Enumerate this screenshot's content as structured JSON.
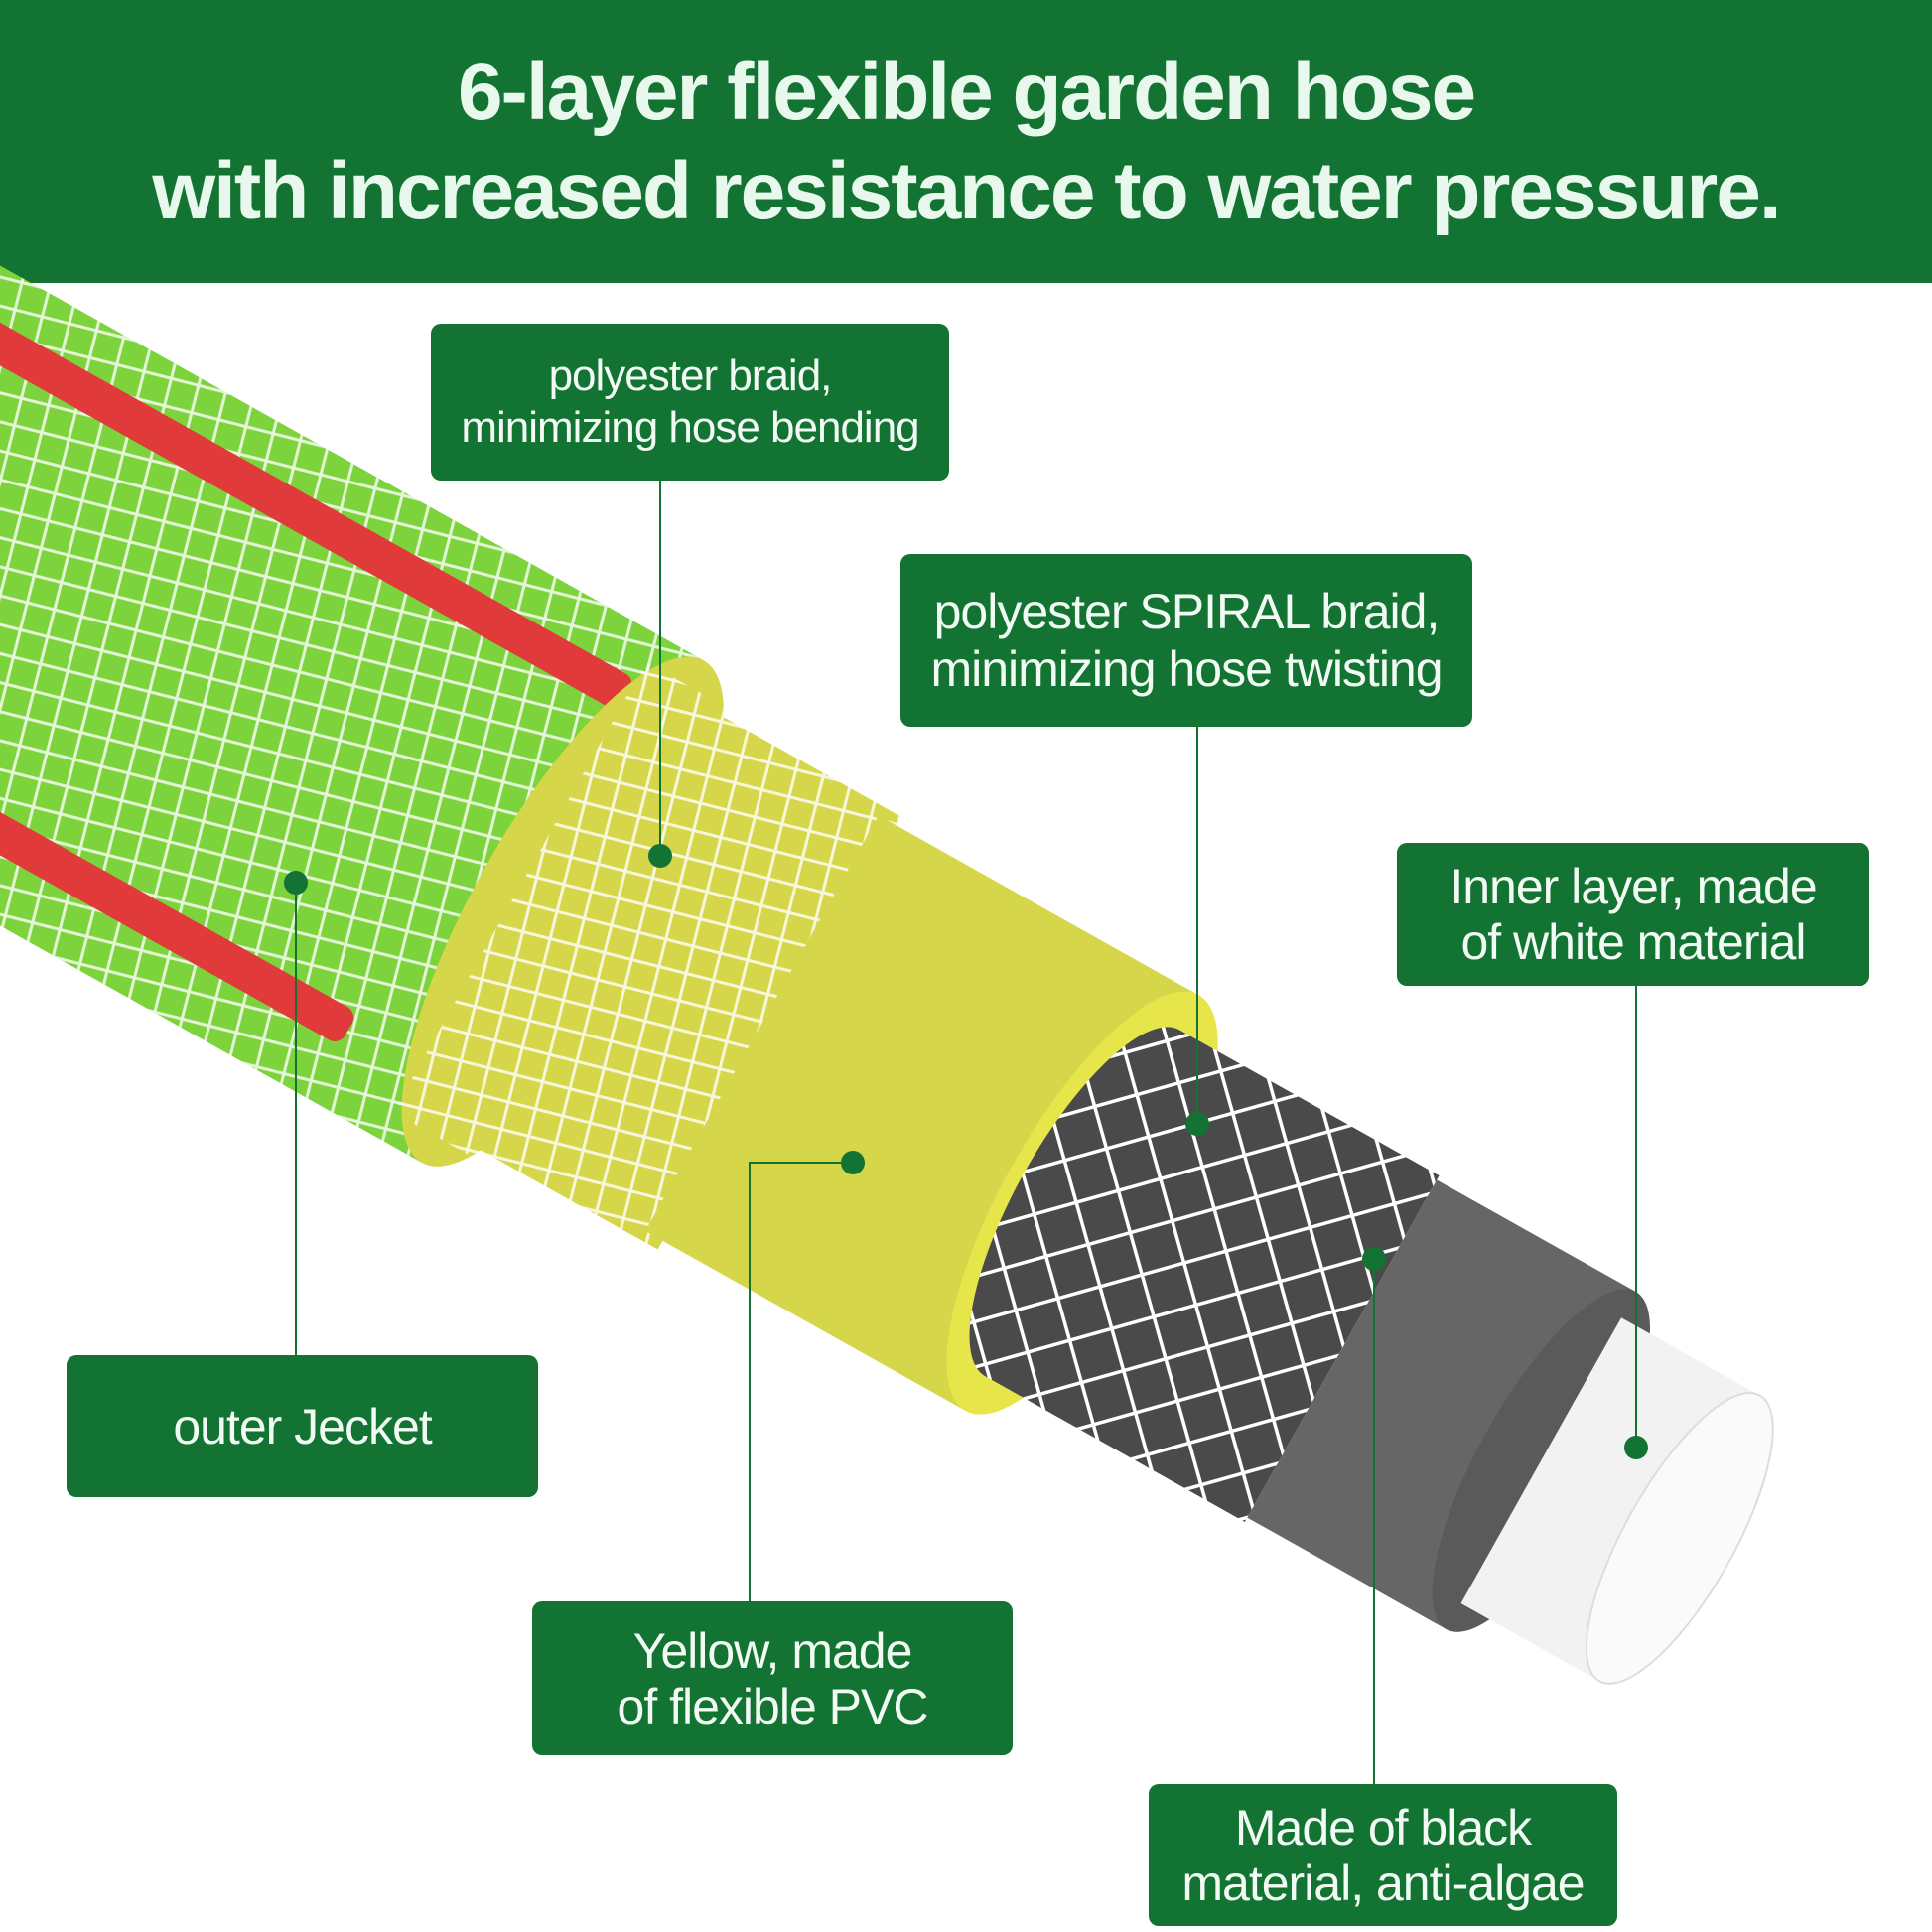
{
  "title": {
    "line1": "6-layer flexible garden hose",
    "line2": "with increased resistance to water pressure."
  },
  "labels": {
    "braid": {
      "line1": "polyester  braid,",
      "line2": "minimizing hose bending"
    },
    "spiral": {
      "line1": "polyester SPIRAL braid,",
      "line2": "minimizing hose twisting"
    },
    "inner": {
      "line1": "Inner layer, made",
      "line2": "of white material"
    },
    "outer": {
      "line1": "outer Jecket"
    },
    "yellow": {
      "line1": "Yellow, made",
      "line2": "of flexible PVC"
    },
    "black": {
      "line1": "Made of black",
      "line2": "material, anti-algae"
    }
  },
  "colors": {
    "brand_green": "#137333",
    "jacket_green": "#7cd33c",
    "stripe_red": "#e03a3a",
    "pvc_yellow": "#d6d64a",
    "braid_dark": "#4a4a4a",
    "black_layer": "#666666",
    "inner_white": "#f2f2f2"
  }
}
